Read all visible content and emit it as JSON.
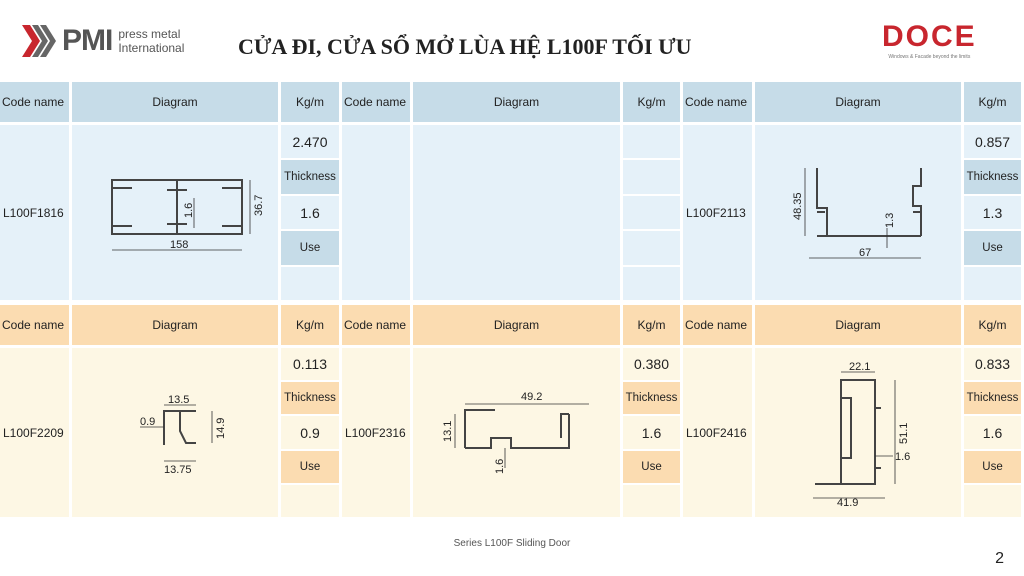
{
  "header": {
    "pmi_logo": "PMI",
    "pmi_sub1": "press metal",
    "pmi_sub2": "International",
    "title": "CỬA ĐI, CỬA SỔ MỞ LÙA HỆ L100F TỐI ƯU",
    "doce_logo": "DOCE",
    "doce_tagline": "Windows & Facade beyond the limits",
    "brand_color": "#c8262e"
  },
  "columns": {
    "code": "Code name",
    "diagram": "Diagram",
    "kg": "Kg/m",
    "thickness": "Thickness",
    "use": "Use"
  },
  "profiles": [
    {
      "code": "L100F1816",
      "kg": "2.470",
      "thickness": "1.6",
      "dims": [
        "158",
        "36.7",
        "1.6"
      ]
    },
    {
      "code": "L100F2113",
      "kg": "0.857",
      "thickness": "1.3",
      "dims": [
        "67",
        "48.35",
        "1.3"
      ]
    },
    {
      "code": "L100F2209",
      "kg": "0.113",
      "thickness": "0.9",
      "dims": [
        "13.5",
        "13.75",
        "14.9",
        "0.9"
      ]
    },
    {
      "code": "L100F2316",
      "kg": "0.380",
      "thickness": "1.6",
      "dims": [
        "49.2",
        "13.1",
        "1.6"
      ]
    },
    {
      "code": "L100F2416",
      "kg": "0.833",
      "thickness": "1.6",
      "dims": [
        "22.1",
        "41.9",
        "51.1",
        "1.6"
      ]
    }
  ],
  "footer": {
    "series": "Series L100F  Sliding Door",
    "page": "2"
  }
}
